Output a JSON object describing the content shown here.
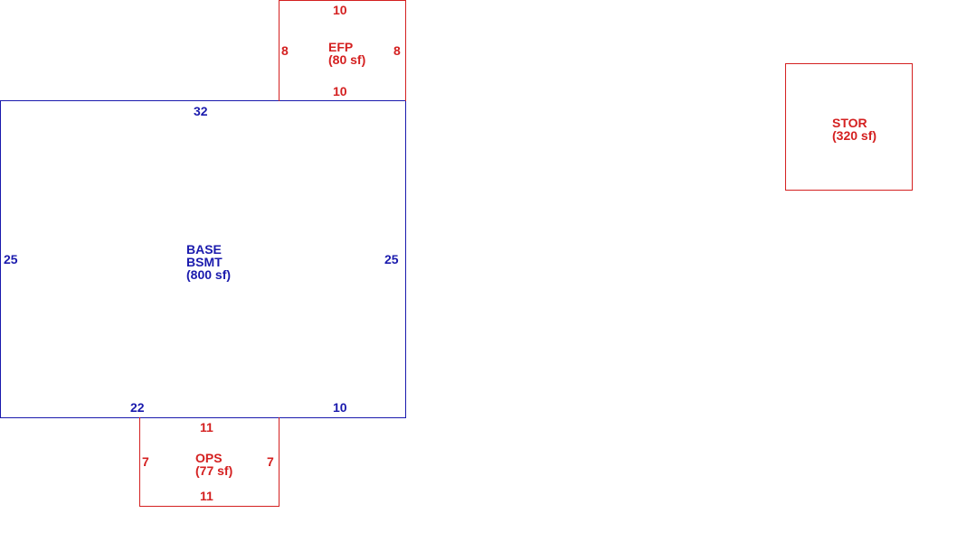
{
  "sketch": {
    "base": {
      "name_line1": "BASE",
      "name_line2": "BSMT",
      "area": "(800 sf)",
      "dim_top": "32",
      "dim_left": "25",
      "dim_right": "25",
      "dim_bottom_left": "22",
      "dim_bottom_right": "10",
      "color": "#1a1aad"
    },
    "efp": {
      "name": "EFP",
      "area": "(80 sf)",
      "dim_top": "10",
      "dim_bottom": "10",
      "dim_left": "8",
      "dim_right": "8",
      "color": "#d42020"
    },
    "ops": {
      "name": "OPS",
      "area": "(77 sf)",
      "dim_top": "11",
      "dim_bottom": "11",
      "dim_left": "7",
      "dim_right": "7",
      "color": "#d42020"
    },
    "stor": {
      "name": "STOR",
      "area": "(320 sf)",
      "color": "#d42020"
    }
  }
}
